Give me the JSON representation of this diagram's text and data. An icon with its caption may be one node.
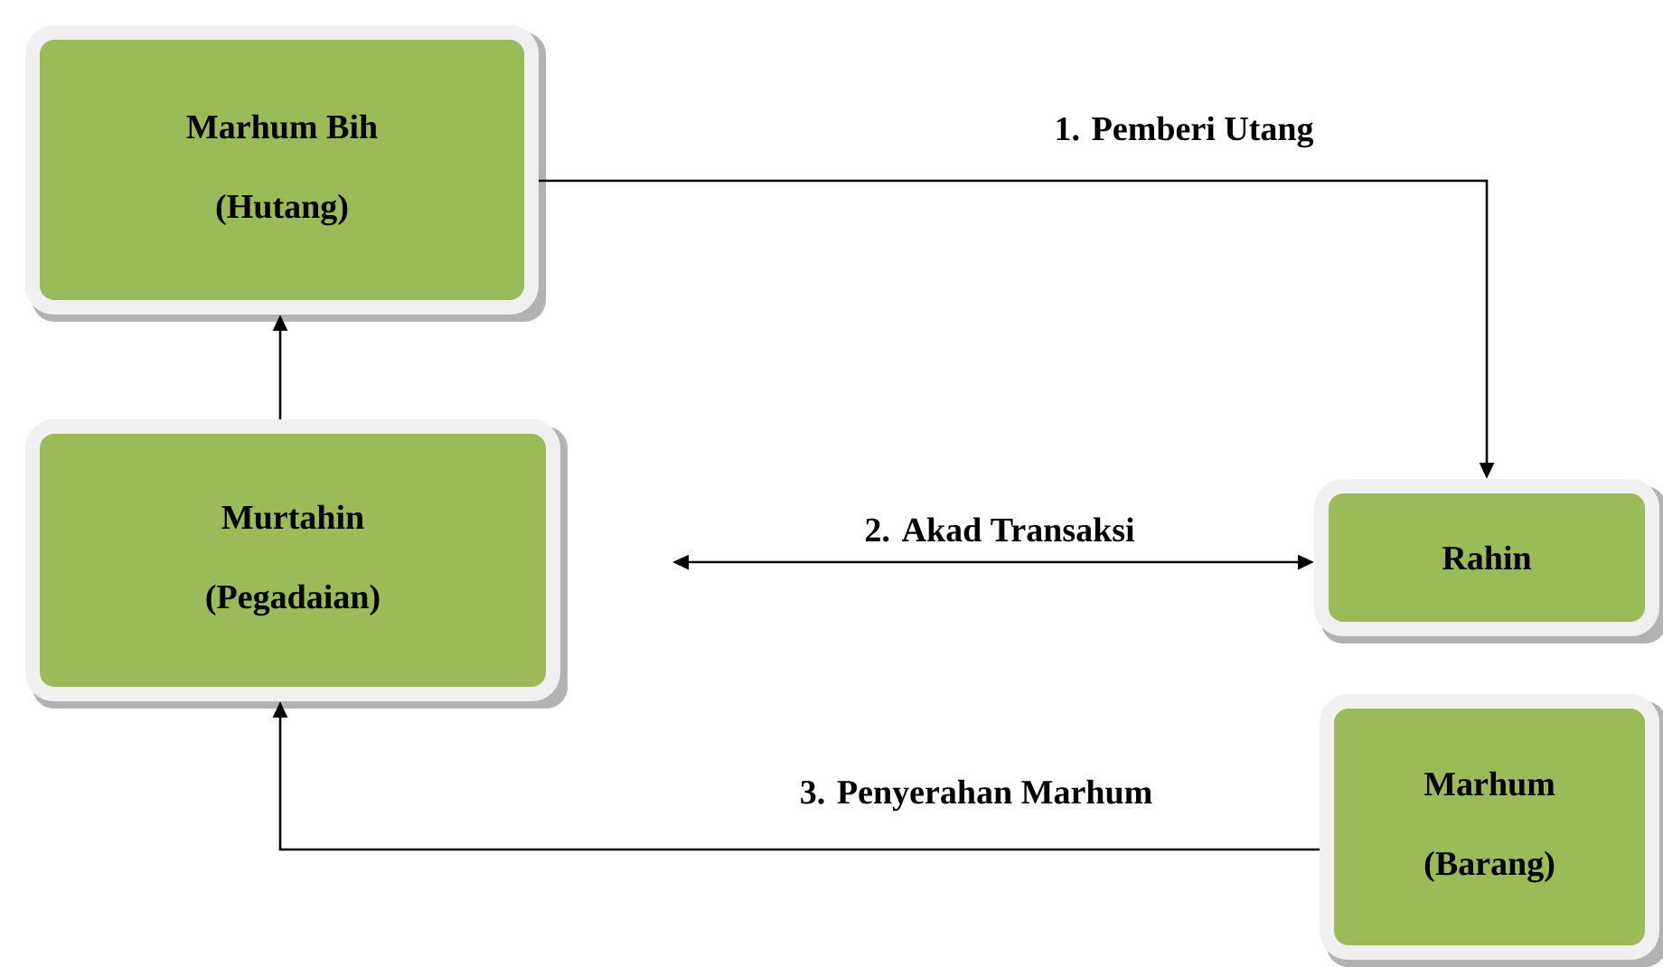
{
  "diagram": {
    "nodes": [
      {
        "text": [
          "Marhum Bih",
          "(Hutang)"
        ]
      },
      {
        "text": [
          "Murtahin",
          "(Pegadaian)"
        ]
      },
      {
        "text": [
          "Rahin"
        ]
      },
      {
        "text": [
          "Marhum",
          "(Barang)"
        ]
      }
    ],
    "edges": [
      {
        "from": 0,
        "to": 2,
        "arrow": "to",
        "label": "1.  **Pemberi Utang**"
      },
      {
        "from": 1,
        "to": 0,
        "arrow": "to"
      },
      {
        "from": null,
        "to": 2,
        "arrow": "both",
        "label": "2. Akad Transaksi"
      },
      {
        "from": 3,
        "to": 1,
        "arrow": "to",
        "label": "3. Penyerahan Marhum"
      }
    ]
  }
}
